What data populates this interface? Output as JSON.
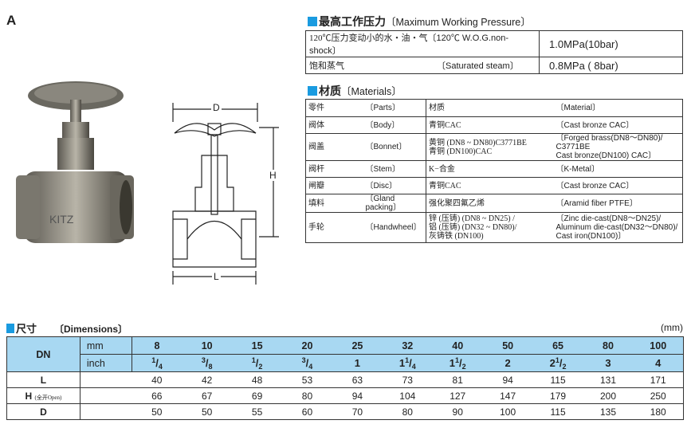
{
  "section_label": "A",
  "photo": {
    "logo_text": "KITZ"
  },
  "pressure": {
    "title_cn": "最高工作压力",
    "title_en": "〔Maximum Working Pressure〕",
    "rows": [
      {
        "cn": "120℃压力变动小的水・油・气",
        "en": "〔120℃ W.O.G.non-shock〕",
        "value": "1.0MPa(10bar)"
      },
      {
        "cn": "饱和蒸气",
        "en": "〔Saturated steam〕",
        "value": "0.8MPa ( 8bar)"
      }
    ]
  },
  "materials": {
    "title_cn": "材质",
    "title_en": "〔Materials〕",
    "header": {
      "part_cn": "零件",
      "part_en": "〔Parts〕",
      "mat_cn": "材质",
      "mat_en": "〔Material〕"
    },
    "rows": [
      {
        "part_cn": "阀体",
        "part_en": "〔Body〕",
        "mat_cn": [
          "青铜CAC"
        ],
        "mat_en": [
          "〔Cast bronze CAC〕"
        ]
      },
      {
        "part_cn": "阀盖",
        "part_en": "〔Bonnet〕",
        "mat_cn": [
          "黄铜 (DN8 ~ DN80)C3771BE",
          "青铜 (DN100)CAC"
        ],
        "mat_en": [
          "〔Forged brass(DN8～DN80)/ C3771BE",
          "Cast bronze(DN100) CAC〕"
        ]
      },
      {
        "part_cn": "阀杆",
        "part_en": "〔Stem〕",
        "mat_cn": [
          "K−合金"
        ],
        "mat_en": [
          "〔K-Metal〕"
        ]
      },
      {
        "part_cn": "闸瓣",
        "part_en": "〔Disc〕",
        "mat_cn": [
          "青铜CAC"
        ],
        "mat_en": [
          "〔Cast bronze CAC〕"
        ]
      },
      {
        "part_cn": "填料",
        "part_en": "〔Gland packing〕",
        "mat_cn": [
          "强化聚四氟乙烯"
        ],
        "mat_en": [
          "〔Aramid fiber PTFE〕"
        ]
      },
      {
        "part_cn": "手轮",
        "part_en": "〔Handwheel〕",
        "mat_cn": [
          "锌 (压铸)  (DN8 ~ DN25) /",
          "铝 (压铸)  (DN32 ~ DN80)/",
          "灰铸铁 (DN100)"
        ],
        "mat_en": [
          "〔Zinc die-cast(DN8～DN25)/",
          "Aluminum die-cast(DN32～DN80)/",
          "Cast iron(DN100)〕"
        ]
      }
    ]
  },
  "drawing": {
    "dim_d": "D",
    "dim_h": "H",
    "dim_l": "L"
  },
  "dimensions": {
    "title_cn": "尺寸",
    "title_en": "〔Dimensions〕",
    "unit": "(mm)",
    "dn_label": "DN",
    "mm_label": "mm",
    "inch_label": "inch",
    "mm": [
      "8",
      "10",
      "15",
      "20",
      "25",
      "32",
      "40",
      "50",
      "65",
      "80",
      "100"
    ],
    "inch": [
      [
        "",
        "1",
        "4"
      ],
      [
        "",
        "3",
        "8"
      ],
      [
        "",
        "1",
        "2"
      ],
      [
        "",
        "3",
        "4"
      ],
      [
        "1",
        "",
        ""
      ],
      [
        "1",
        "1",
        "4"
      ],
      [
        "1",
        "1",
        "2"
      ],
      [
        "2",
        "",
        ""
      ],
      [
        "2",
        "1",
        "2"
      ],
      [
        "3",
        "",
        ""
      ],
      [
        "4",
        "",
        ""
      ]
    ],
    "rows": [
      {
        "label": "L",
        "note": "",
        "values": [
          "40",
          "42",
          "48",
          "53",
          "63",
          "73",
          "81",
          "94",
          "115",
          "131",
          "171"
        ]
      },
      {
        "label": "H",
        "note": "(全开Open)",
        "values": [
          "66",
          "67",
          "69",
          "80",
          "94",
          "104",
          "127",
          "147",
          "179",
          "200",
          "250"
        ]
      },
      {
        "label": "D",
        "note": "",
        "values": [
          "50",
          "50",
          "55",
          "60",
          "70",
          "80",
          "90",
          "100",
          "115",
          "135",
          "180"
        ]
      }
    ]
  }
}
